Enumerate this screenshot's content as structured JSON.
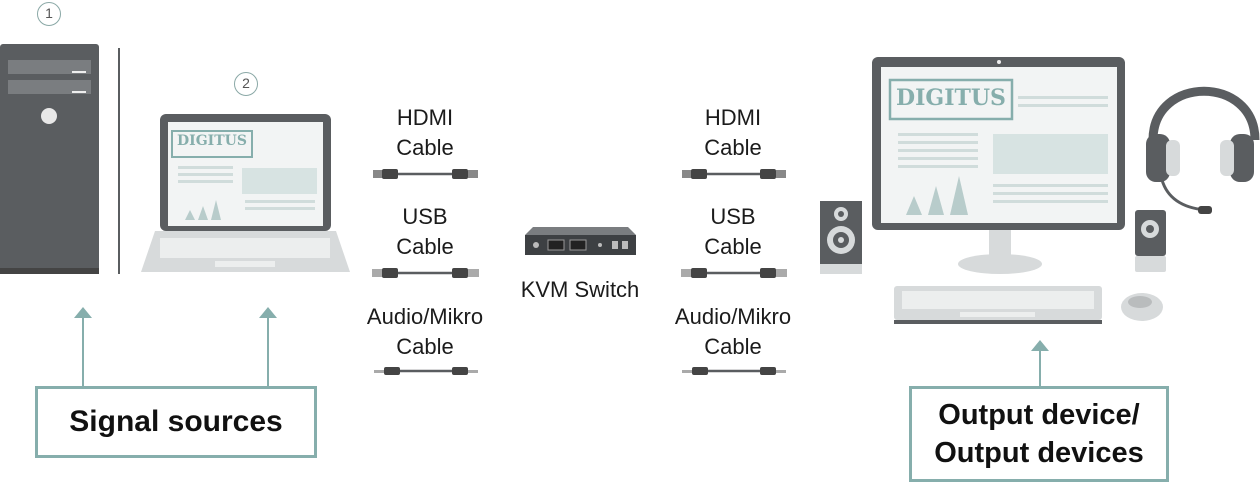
{
  "markers": {
    "pc": "1",
    "laptop": "2"
  },
  "brand": {
    "laptop_logo": "DIGITUS",
    "monitor_logo": "DIGITUS"
  },
  "left_cables": {
    "hdmi": "HDMI\nCable",
    "usb": "USB\nCable",
    "audio": "Audio/Mikro\nCable"
  },
  "switch_label": "KVM Switch",
  "right_cables": {
    "hdmi": "HDMI\nCable",
    "usb": "USB\nCable",
    "audio": "Audio/Mikro\nCable"
  },
  "sources_box": "Signal sources",
  "outputs_box": "Output device/\nOutput devices",
  "colors": {
    "teal": "#86aeac",
    "dark_gray": "#505356",
    "light_gray": "#d7dadb"
  },
  "icons": [
    "tower-pc-icon",
    "laptop-icon",
    "hdmi-cable-icon",
    "usb-cable-icon",
    "audio-cable-icon",
    "kvm-switch-icon",
    "speaker-icon",
    "monitor-icon",
    "keyboard-icon",
    "headset-icon",
    "webcam-icon",
    "mouse-icon"
  ]
}
